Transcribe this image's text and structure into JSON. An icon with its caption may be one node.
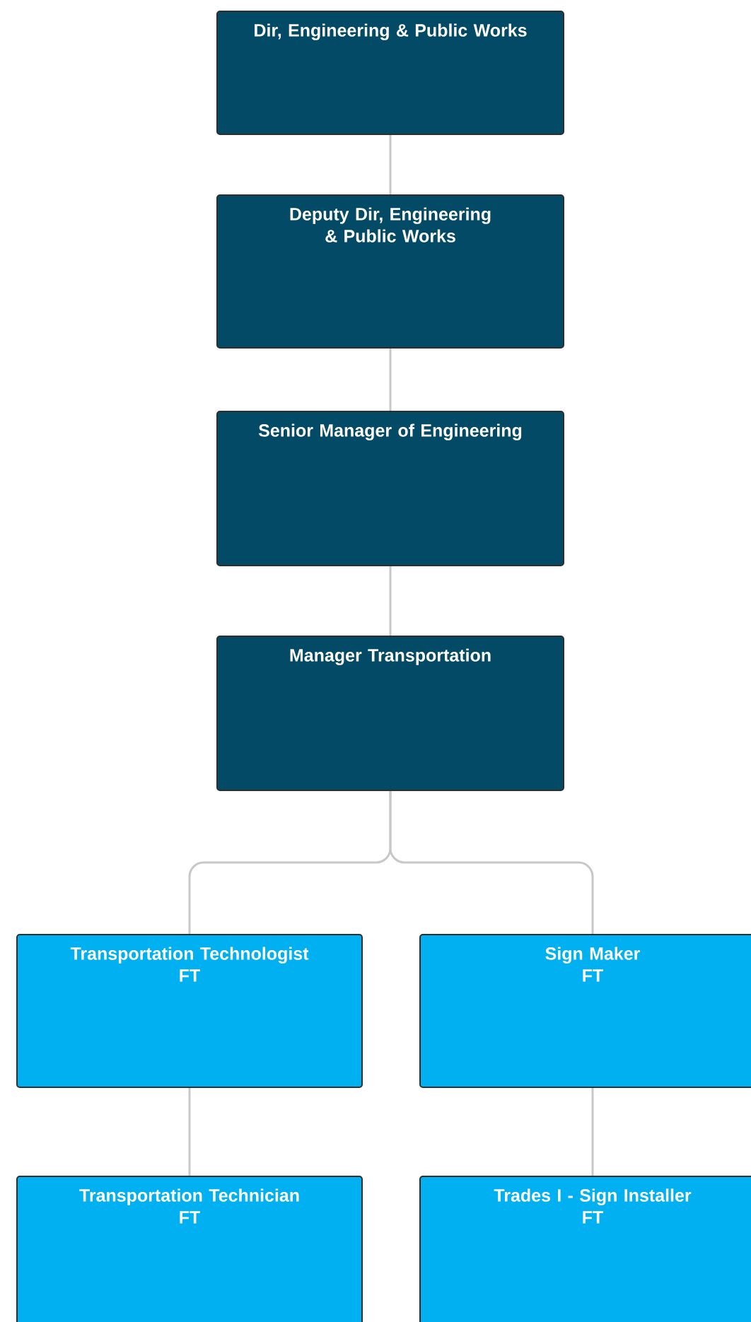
{
  "diagram": {
    "nodes": [
      {
        "text": [
          "Dir, Engineering & Public Works"
        ]
      },
      {
        "text": [
          "Deputy Dir, Engineering & Public Works"
        ]
      },
      {
        "text": [
          "Senior Manager of Engineering"
        ]
      },
      {
        "text": [
          "Manager Transportation"
        ]
      },
      {
        "text": [
          "Transportation Technologist",
          "FT"
        ]
      },
      {
        "text": [
          "Sign Maker",
          "FT"
        ]
      },
      {
        "text": [
          "Transportation Technician",
          "FT"
        ]
      },
      {
        "text": [
          "Trades I - Sign Installer",
          "FT"
        ]
      }
    ],
    "edges": [
      {
        "from": 0,
        "to": 1,
        "arrow": "none"
      },
      {
        "from": 1,
        "to": 2,
        "arrow": "none"
      },
      {
        "from": 2,
        "to": 3,
        "arrow": "none"
      },
      {
        "from": 3,
        "to": 4,
        "arrow": "none"
      },
      {
        "from": 3,
        "to": 5,
        "arrow": "none"
      },
      {
        "from": 4,
        "to": 6,
        "arrow": "none"
      },
      {
        "from": 5,
        "to": 7,
        "arrow": "none"
      }
    ]
  }
}
